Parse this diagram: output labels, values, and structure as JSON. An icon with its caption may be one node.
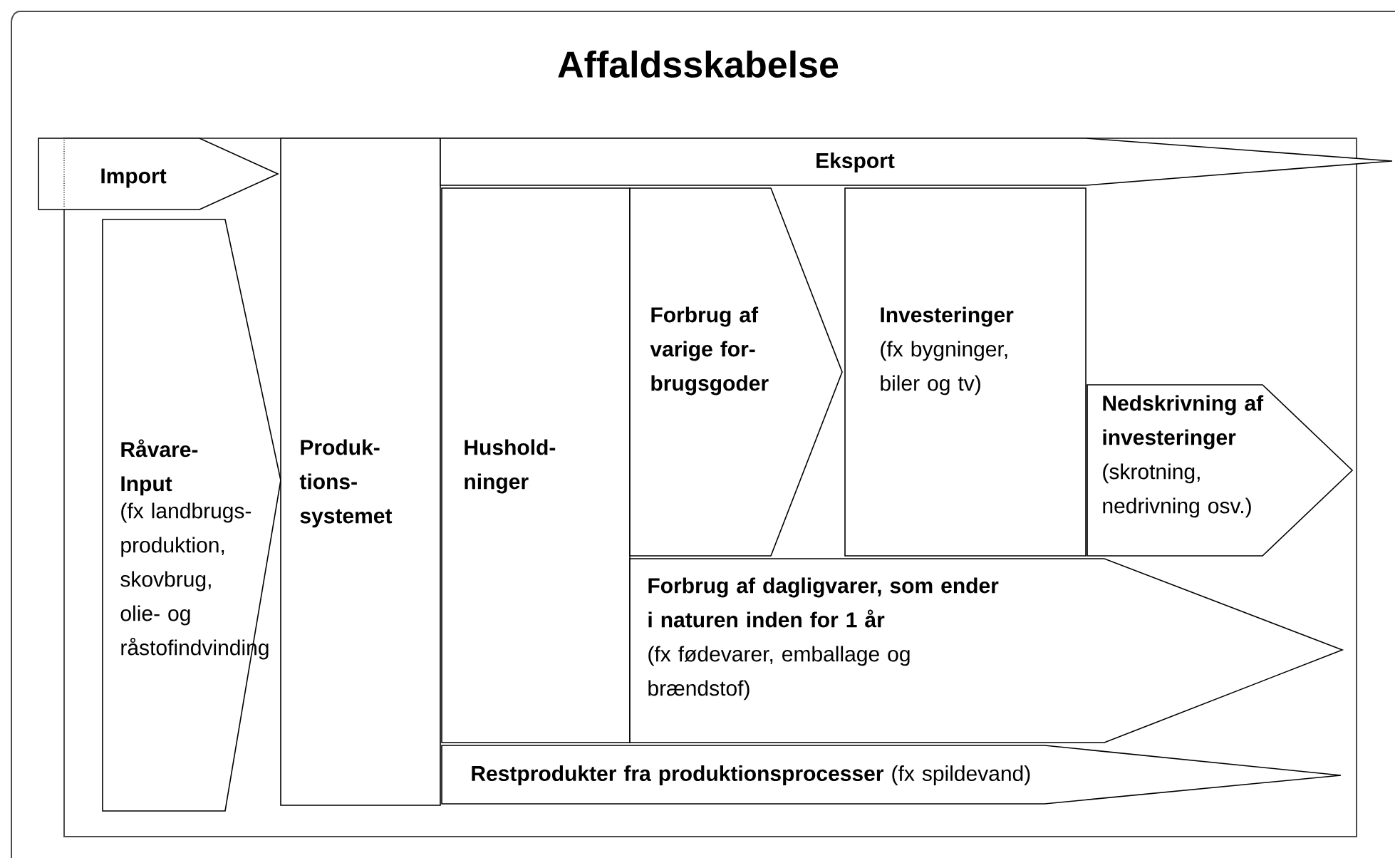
{
  "diagram": {
    "title": "Affaldsskabelse",
    "nodes": [
      {
        "text": [
          "Import"
        ]
      },
      {
        "text": [
          "Råvare- Input",
          "(fx landbrugs- produktion, skovbrug, olie- og råstofindvinding"
        ]
      },
      {
        "text": [
          "Produk- tions- systemet"
        ]
      },
      {
        "text": [
          "Eksport"
        ]
      },
      {
        "text": [
          "Hushold- ninger"
        ]
      },
      {
        "text": [
          "Forbrug af varige for- brugsgoder"
        ]
      },
      {
        "text": [
          "Investeringer",
          "(fx bygninger, biler og tv)"
        ]
      },
      {
        "text": [
          "Nedskrivning af investeringer",
          "(skrotning, nedrivning osv.)"
        ]
      },
      {
        "text": [
          "Forbrug af dagligvarer, som ender i naturen inden for 1 år",
          "(fx fødevarer, emballage og brændstof)"
        ]
      },
      {
        "text": [
          "**Restprodukter fra produktionsprocesser** (fx spildevand)"
        ]
      }
    ]
  }
}
